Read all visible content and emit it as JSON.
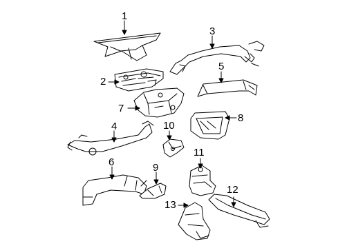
{
  "callouts": [
    {
      "id": "1",
      "label": "1"
    },
    {
      "id": "2",
      "label": "2"
    },
    {
      "id": "3",
      "label": "3"
    },
    {
      "id": "4",
      "label": "4"
    },
    {
      "id": "5",
      "label": "5"
    },
    {
      "id": "6",
      "label": "6"
    },
    {
      "id": "7",
      "label": "7"
    },
    {
      "id": "8",
      "label": "8"
    },
    {
      "id": "9",
      "label": "9"
    },
    {
      "id": "10",
      "label": "10"
    },
    {
      "id": "11",
      "label": "11"
    },
    {
      "id": "12",
      "label": "12"
    },
    {
      "id": "13",
      "label": "13"
    }
  ],
  "colors": {
    "line": "#000000",
    "background": "#ffffff"
  }
}
